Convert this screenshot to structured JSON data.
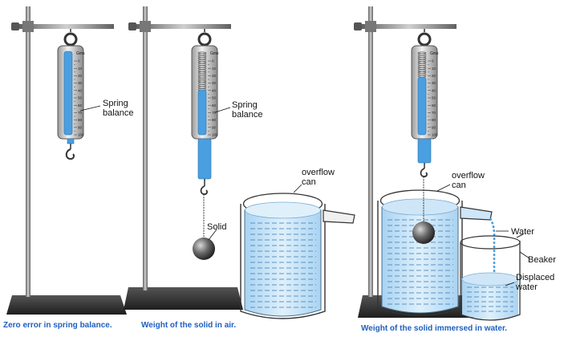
{
  "colors": {
    "caption": "#1f5fbf",
    "metal": "#8a8a8a",
    "spring_blue": "#4a9fe0",
    "water": "#bfe0f7",
    "base": "#2e2e2e"
  },
  "figures": [
    {
      "caption": "Zero error in spring balance.",
      "labels": {
        "balance": "Spring\nbalance"
      }
    },
    {
      "caption": "Weight of the solid in air.",
      "labels": {
        "balance": "Spring\nbalance",
        "solid": "Solid",
        "can": "overflow\ncan"
      }
    },
    {
      "caption": "Weight of the solid immersed in water.",
      "labels": {
        "can": "overflow\ncan",
        "water": "Water",
        "beaker": "Beaker",
        "displaced": "Displaced\nwater"
      }
    }
  ],
  "scale": {
    "unit": "Gms",
    "ticks": [
      "0",
      "10",
      "20",
      "30",
      "40",
      "50",
      "60",
      "70",
      "80",
      "90",
      "100"
    ]
  }
}
